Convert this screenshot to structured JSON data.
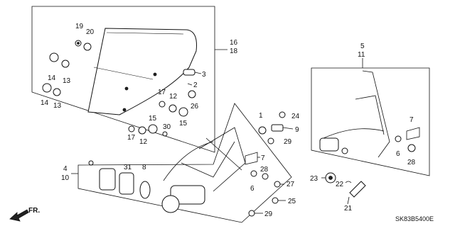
{
  "diagram_code": "SK83B5400E",
  "front_indicator": "FR.",
  "callouts": {
    "c1": "1",
    "c2": "2",
    "c3": "3",
    "c4": "4",
    "c5": "5",
    "c6a": "6",
    "c6b": "6",
    "c7a": "7",
    "c7b": "7",
    "c8": "8",
    "c9": "9",
    "c10": "10",
    "c11": "11",
    "c12a": "12",
    "c12b": "12",
    "c13a": "13",
    "c13b": "13",
    "c14a": "14",
    "c14b": "14",
    "c15a": "15",
    "c15b": "15",
    "c16": "16",
    "c17a": "17",
    "c17b": "17",
    "c18": "18",
    "c19": "19",
    "c20": "20",
    "c21": "21",
    "c22": "22",
    "c23": "23",
    "c24": "24",
    "c25": "25",
    "c26": "26",
    "c27": "27",
    "c28a": "28",
    "c28b": "28",
    "c29a": "29",
    "c29b": "29",
    "c30": "30",
    "c31": "31"
  }
}
